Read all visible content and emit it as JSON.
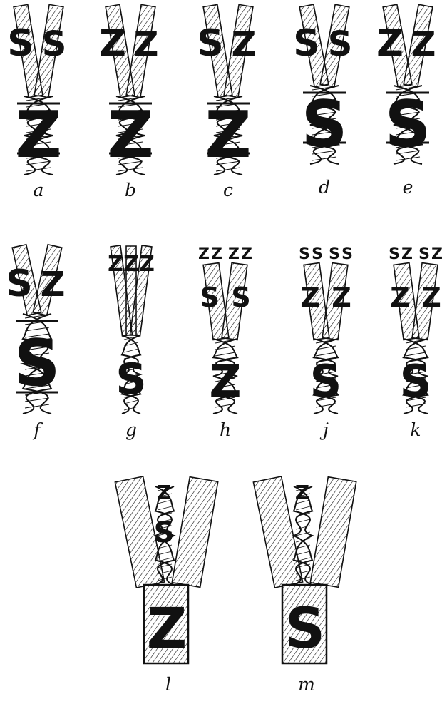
{
  "figures": [
    {
      "caption": "a",
      "strand_letters": [
        "S",
        "S"
      ],
      "yarn_letter": "Z"
    },
    {
      "caption": "b",
      "strand_letters": [
        "Z",
        "Z"
      ],
      "yarn_letter": "Z"
    },
    {
      "caption": "c",
      "strand_letters": [
        "S",
        "Z"
      ],
      "yarn_letter": "Z"
    },
    {
      "caption": "d",
      "strand_letters": [
        "S",
        "S"
      ],
      "yarn_letter": "S"
    },
    {
      "caption": "e",
      "strand_letters": [
        "Z",
        "Z"
      ],
      "yarn_letter": "S"
    },
    {
      "caption": "f",
      "strand_letters": [
        "S",
        "Z"
      ],
      "yarn_letter": "S"
    },
    {
      "caption": "g",
      "strand_letters": [
        "Z",
        "Z",
        "Z"
      ],
      "yarn_letter": "S"
    },
    {
      "caption": "h",
      "strand_letters": [
        "Z",
        "Z",
        "Z",
        "Z"
      ],
      "middle_letters": [
        "S",
        "S"
      ],
      "yarn_letter": "Z"
    },
    {
      "caption": "j",
      "strand_letters": [
        "S",
        "S",
        "S",
        "S"
      ],
      "middle_letters": [
        "Z",
        "Z"
      ],
      "yarn_letter": "S"
    },
    {
      "caption": "k",
      "strand_letters": [
        "S",
        "Z",
        "S",
        "Z"
      ],
      "middle_letters": [
        "Z",
        "Z"
      ],
      "yarn_letter": "S"
    },
    {
      "caption": "l",
      "strand_letters": [
        "Z",
        "S"
      ],
      "yarn_letter": "Z"
    },
    {
      "caption": "m",
      "strand_letters": [
        "Z"
      ],
      "yarn_letter": "S"
    }
  ],
  "line_color": "#111111",
  "background": "#ffffff"
}
